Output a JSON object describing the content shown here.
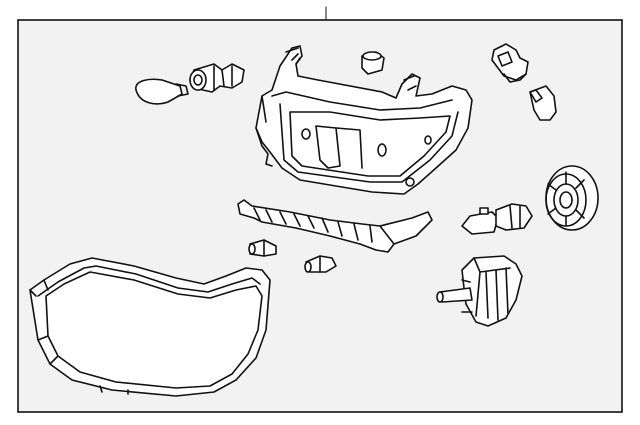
{
  "diagram": {
    "parts": [
      {
        "name": "headlamp-housing"
      },
      {
        "name": "lens-assembly"
      },
      {
        "name": "trim-strip"
      },
      {
        "name": "turn-signal-bulb"
      },
      {
        "name": "turn-signal-socket"
      },
      {
        "name": "grommet"
      },
      {
        "name": "side-marker-socket"
      },
      {
        "name": "side-marker-bulb"
      },
      {
        "name": "small-bulb-left"
      },
      {
        "name": "small-bulb-right"
      },
      {
        "name": "headlamp-bulb"
      },
      {
        "name": "dust-cover"
      },
      {
        "name": "hid-ballast"
      }
    ],
    "colors": {
      "line": "#111111",
      "background": "#ffffff",
      "panel_fill": "#f2f2f2"
    }
  }
}
